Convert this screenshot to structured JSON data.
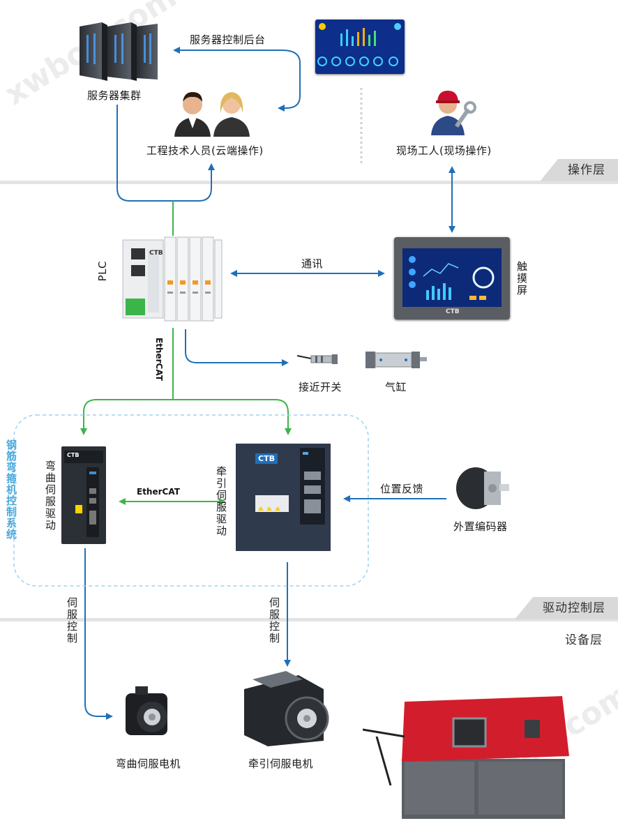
{
  "layers": {
    "operation": "操作层",
    "drive": "驱动控制层",
    "device": "设备层"
  },
  "labels": {
    "server_cluster": "服务器集群",
    "server_backend": "服务器控制后台",
    "engineers": "工程技术人员(云端操作)",
    "field_worker": "现场工人(现场操作)",
    "plc": "PLC",
    "comm": "通讯",
    "touchscreen": "触摸屏",
    "proximity_switch": "接近开关",
    "cylinder": "气缸",
    "ethercat_vertical": "EtherCAT",
    "ethercat_horizontal": "EtherCAT",
    "system_title": "钢筋弯箍机控制系统",
    "bend_drive": "弯曲伺服驱动",
    "traction_drive": "牵引伺服驱动",
    "position_feedback": "位置反馈",
    "external_encoder": "外置编码器",
    "servo_control_left": "伺服控制",
    "servo_control_right": "伺服控制",
    "bend_motor": "弯曲伺服电机",
    "traction_motor": "牵引伺服电机"
  },
  "brand": {
    "ctb": "CTB"
  },
  "watermarks": [
    "xwboo.com",
    "xwboo.com"
  ],
  "colors": {
    "blue_line": "#1f6fb8",
    "green_line": "#3cb44a",
    "dashed_box": "#9fd2ee",
    "system_title": "#4aa8dc"
  }
}
